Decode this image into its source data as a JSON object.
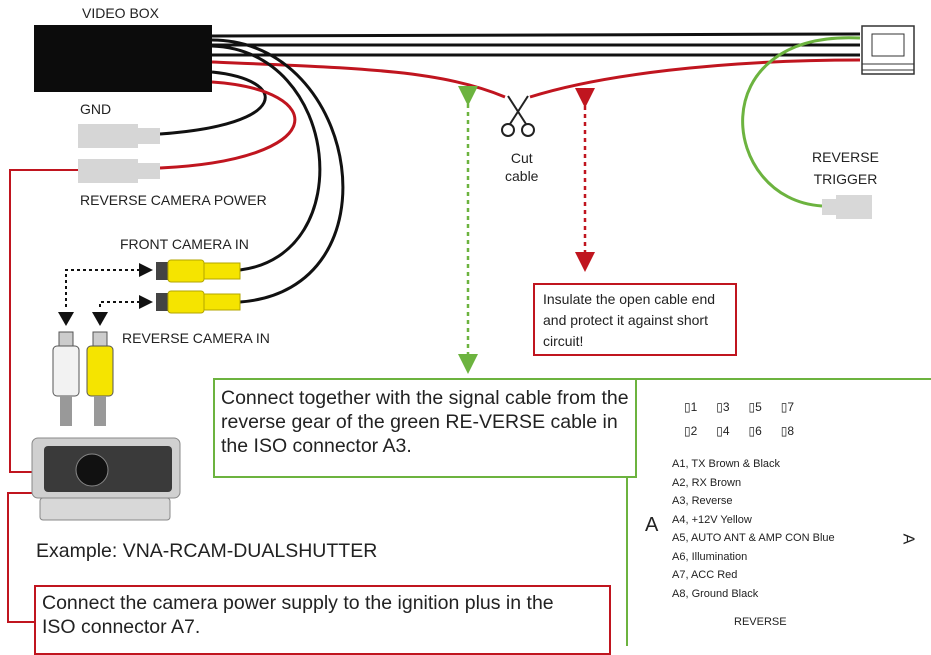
{
  "labels": {
    "video_box": "VIDEO BOX",
    "gnd": "GND",
    "reverse_camera_power": "REVERSE CAMERA POWER",
    "front_camera_in": "FRONT CAMERA IN",
    "reverse_camera_in": "REVERSE CAMERA IN",
    "cut_cable": "Cut\ncable",
    "reverse_trigger": "REVERSE\nTRIGGER",
    "insulate_note": "Insulate the open cable end and protect it against short circuit!",
    "connect_signal_note": "Connect together with the signal cable from the reverse gear of the green RE-VERSE cable in the ISO connector A3.",
    "example": "Example: VNA-RCAM-DUALSHUTTER",
    "camera_power_note": "Connect the camera power supply to the ignition plus in the ISO connector A7."
  },
  "iso_connector": {
    "pins_top": [
      "1",
      "3",
      "5",
      "7"
    ],
    "pins_bottom": [
      "2",
      "4",
      "6",
      "8"
    ],
    "letter": "A",
    "plug_letter": "A",
    "reverse_tag": "REVERSE",
    "assignments": [
      "A1,  TX Brown & Black",
      "A2,  RX Brown",
      "A3, Reverse",
      "A4, +12V  Yellow",
      "A5, AUTO ANT & AMP CON  Blue",
      "A6, Illumination",
      "A7, ACC Red",
      "A8, Ground Black"
    ]
  },
  "colors": {
    "red_wire": "#c0151f",
    "green_wire": "#6cb33f",
    "black_wire": "#111111",
    "yellow_rca": "#f5e400"
  }
}
